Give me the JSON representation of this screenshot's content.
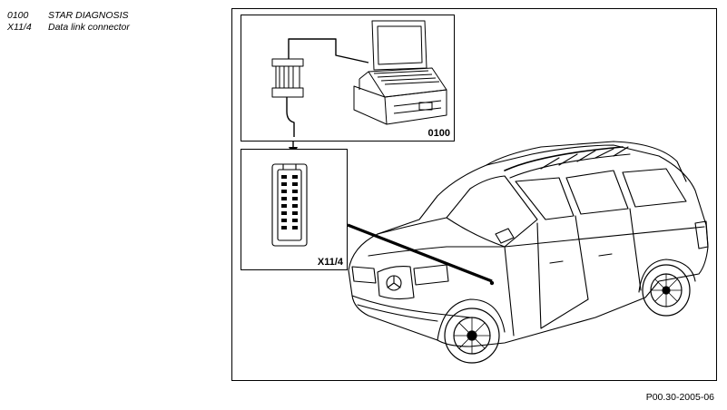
{
  "legend": [
    {
      "code": "0100",
      "description": "STAR DIAGNOSIS"
    },
    {
      "code": "X11/4",
      "description": "Data link connector"
    }
  ],
  "callouts": {
    "diagnosis_unit": "0100",
    "connector": "X11/4"
  },
  "doc_reference": "P00.30-2005-06"
}
